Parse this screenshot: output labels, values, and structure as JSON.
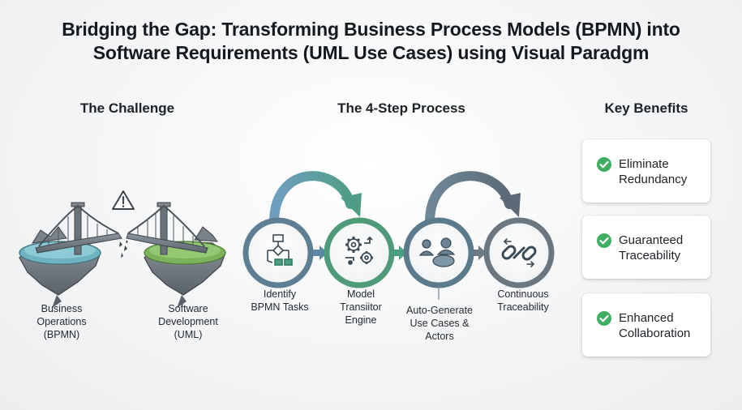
{
  "title": {
    "line1": "Bridging the Gap: Transforming Business Process Models (BPMN) into",
    "line2": "Software Requirements (UML Use Cases) using Visual Paradgm"
  },
  "sections": {
    "challenge": "The Challenge",
    "process": "The 4-Step Process",
    "benefits": "Key Benefits"
  },
  "challenge": {
    "left_label": [
      "Business",
      "Operations",
      "(BPMN)"
    ],
    "right_label": [
      "Software",
      "Development",
      "(UML)"
    ],
    "warning_icon": "warning-triangle-icon",
    "left_island_color": "#6fb2c2",
    "right_island_color": "#7cb25a"
  },
  "steps": [
    {
      "label": [
        "Identify",
        "BPMN Tasks"
      ],
      "icon": "bpmn-flow-icon",
      "ring": "#5e7f93"
    },
    {
      "label": [
        "Model",
        "Transiitor",
        "Engine"
      ],
      "icon": "gears-icon",
      "ring": "#4f9a78"
    },
    {
      "label": [
        "Auto-Generate",
        "Use Cases &",
        "Actors"
      ],
      "icon": "use-case-actor-icon",
      "ring": "#5b7a8c"
    },
    {
      "label": [
        "Continuous",
        "Traceability"
      ],
      "icon": "chain-link-icon",
      "ring": "#6a7680"
    }
  ],
  "benefits": [
    {
      "line1": "Eliminate",
      "line2": "Redundancy",
      "icon": "check-circle-icon"
    },
    {
      "line1": "Guaranteed",
      "line2": "Traceability",
      "icon": "check-circle-icon"
    },
    {
      "line1": "Enhanced",
      "line2": "Collaboration",
      "icon": "check-circle-icon"
    }
  ],
  "colors": {
    "check": "#3fae62",
    "arrow_blue": "#5f87a6",
    "arrow_teal": "#4aa085",
    "arrow_grey": "#6b7a86"
  }
}
